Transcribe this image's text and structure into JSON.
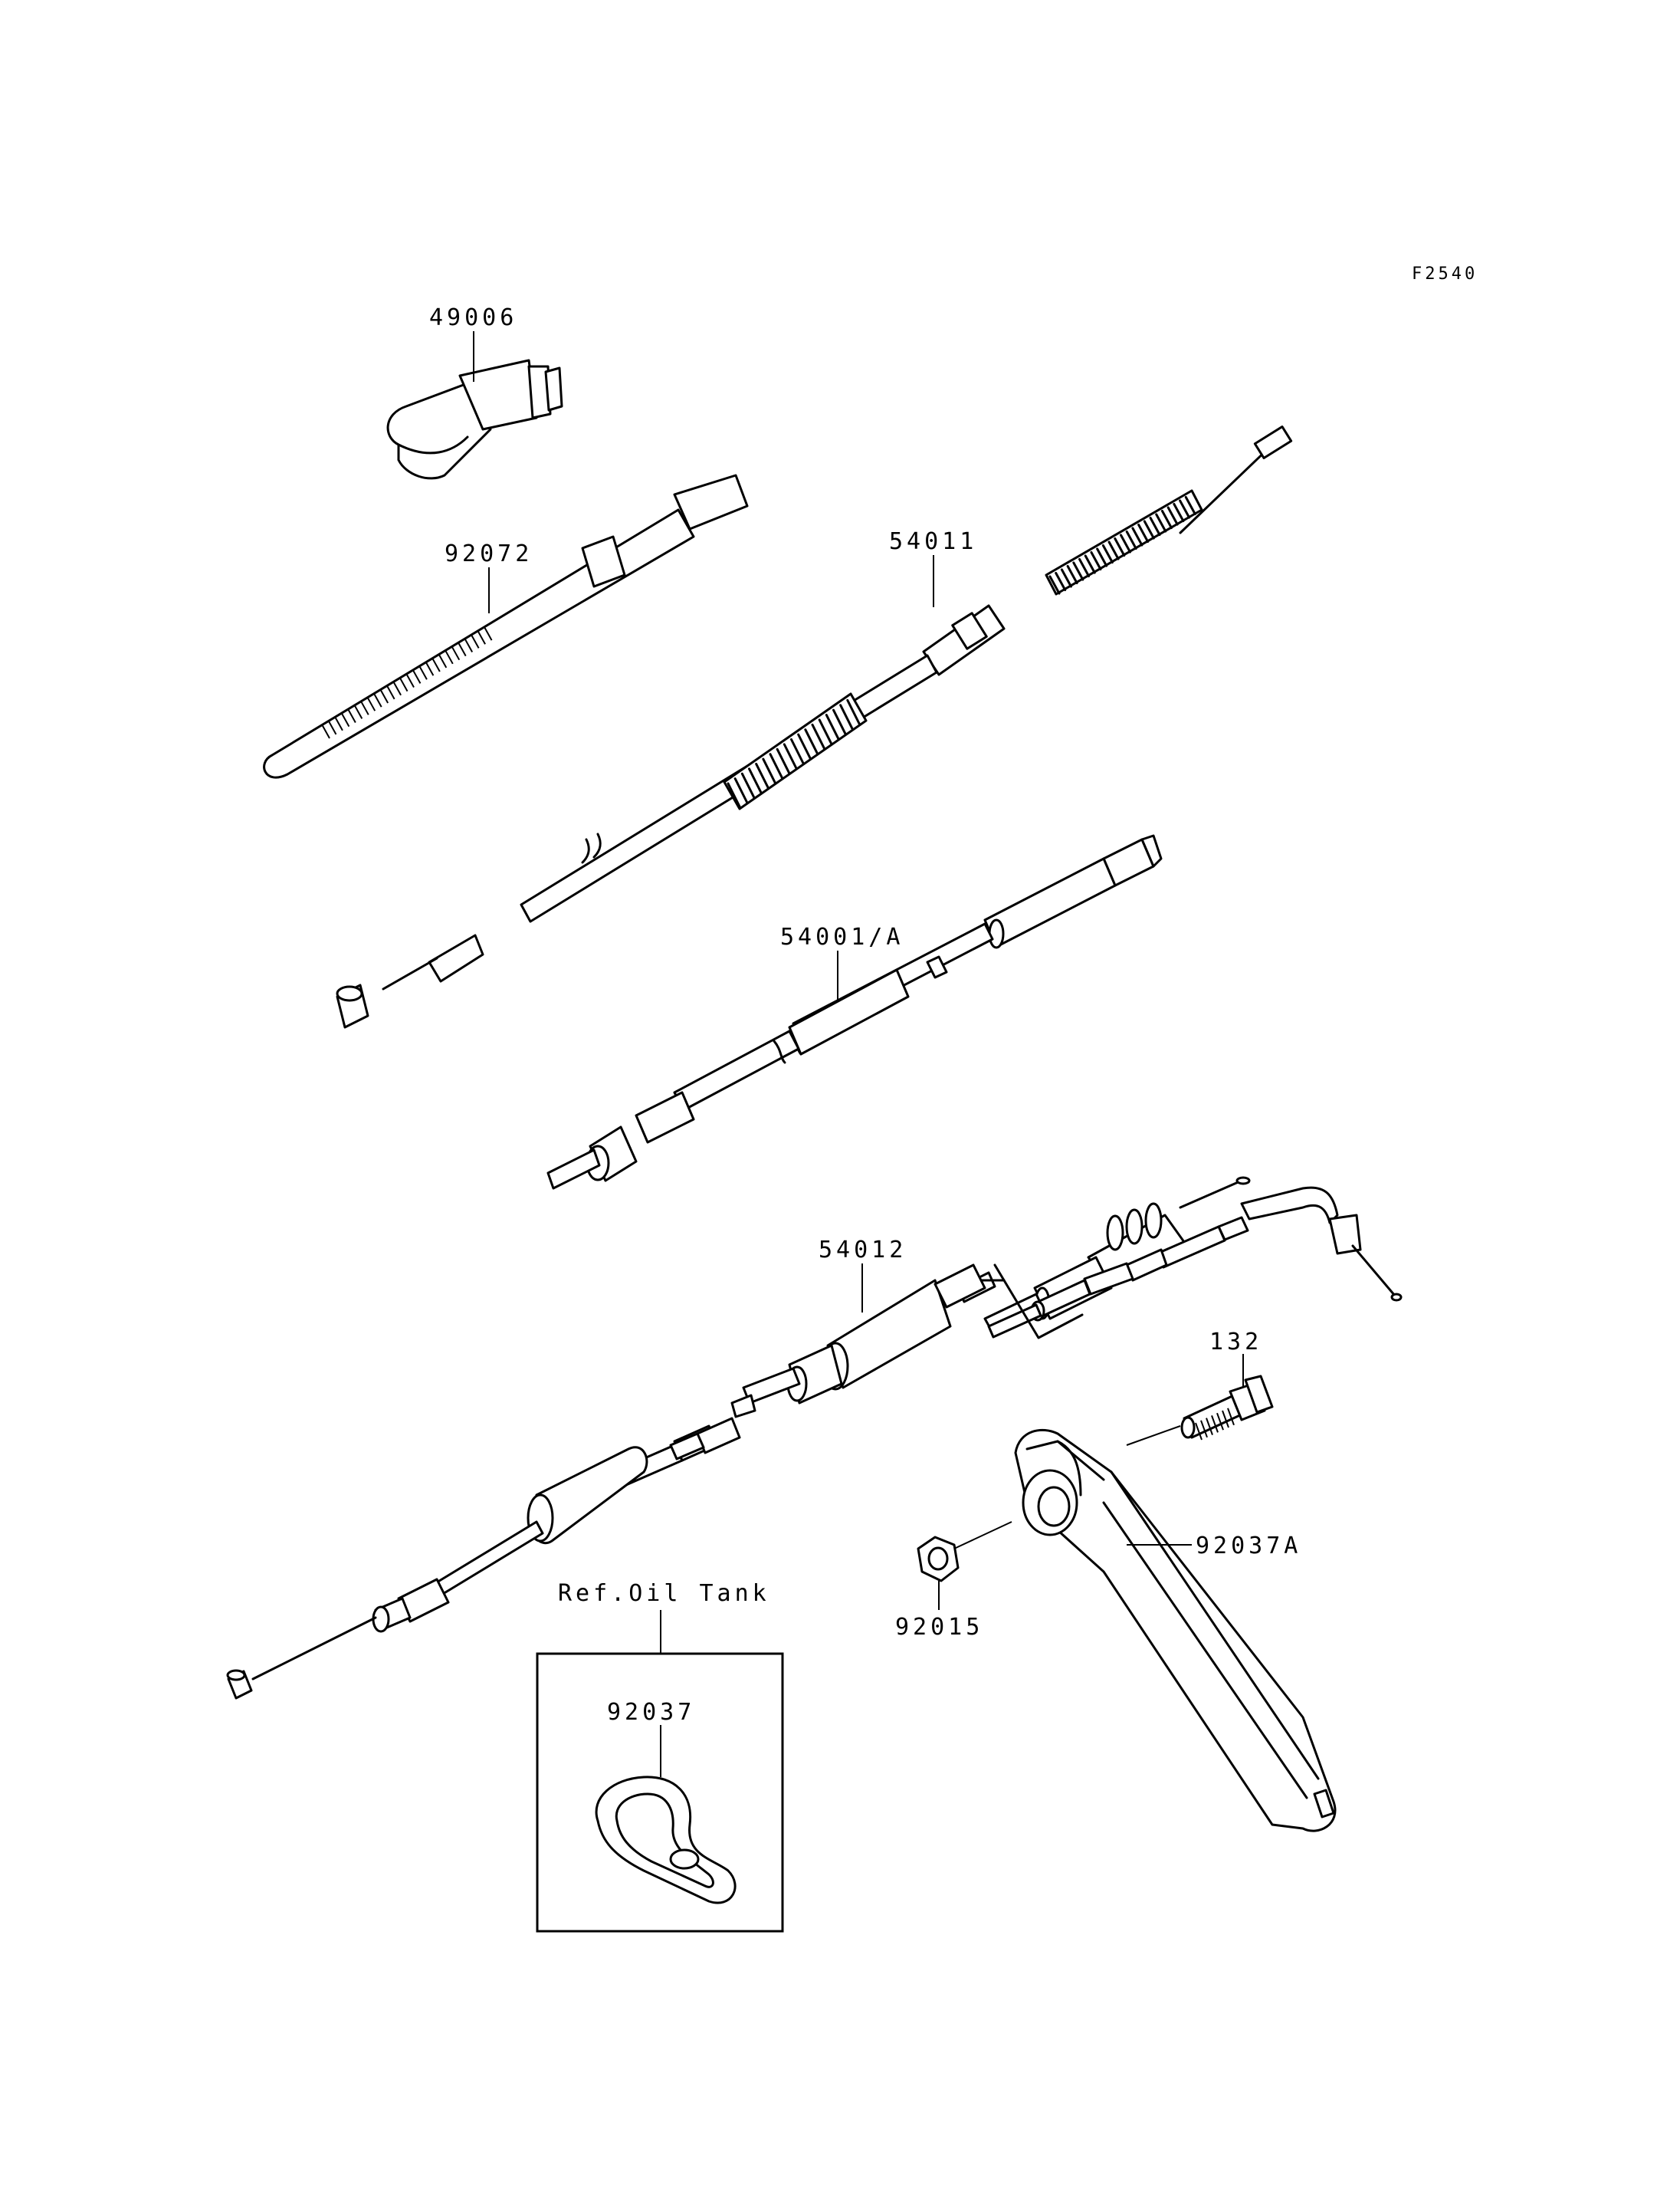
{
  "figure_code": "F2540",
  "callouts": {
    "cable_clip": "49006",
    "cable_tie": "92072",
    "clutch_cable": "54011",
    "speedometer_cable": "54001/A",
    "throttle_cable": "54012",
    "bolt": "132",
    "bracket": "92037A",
    "nut": "92015",
    "clamp": "92037"
  },
  "reference_box": {
    "title": "Ref.Oil Tank"
  }
}
